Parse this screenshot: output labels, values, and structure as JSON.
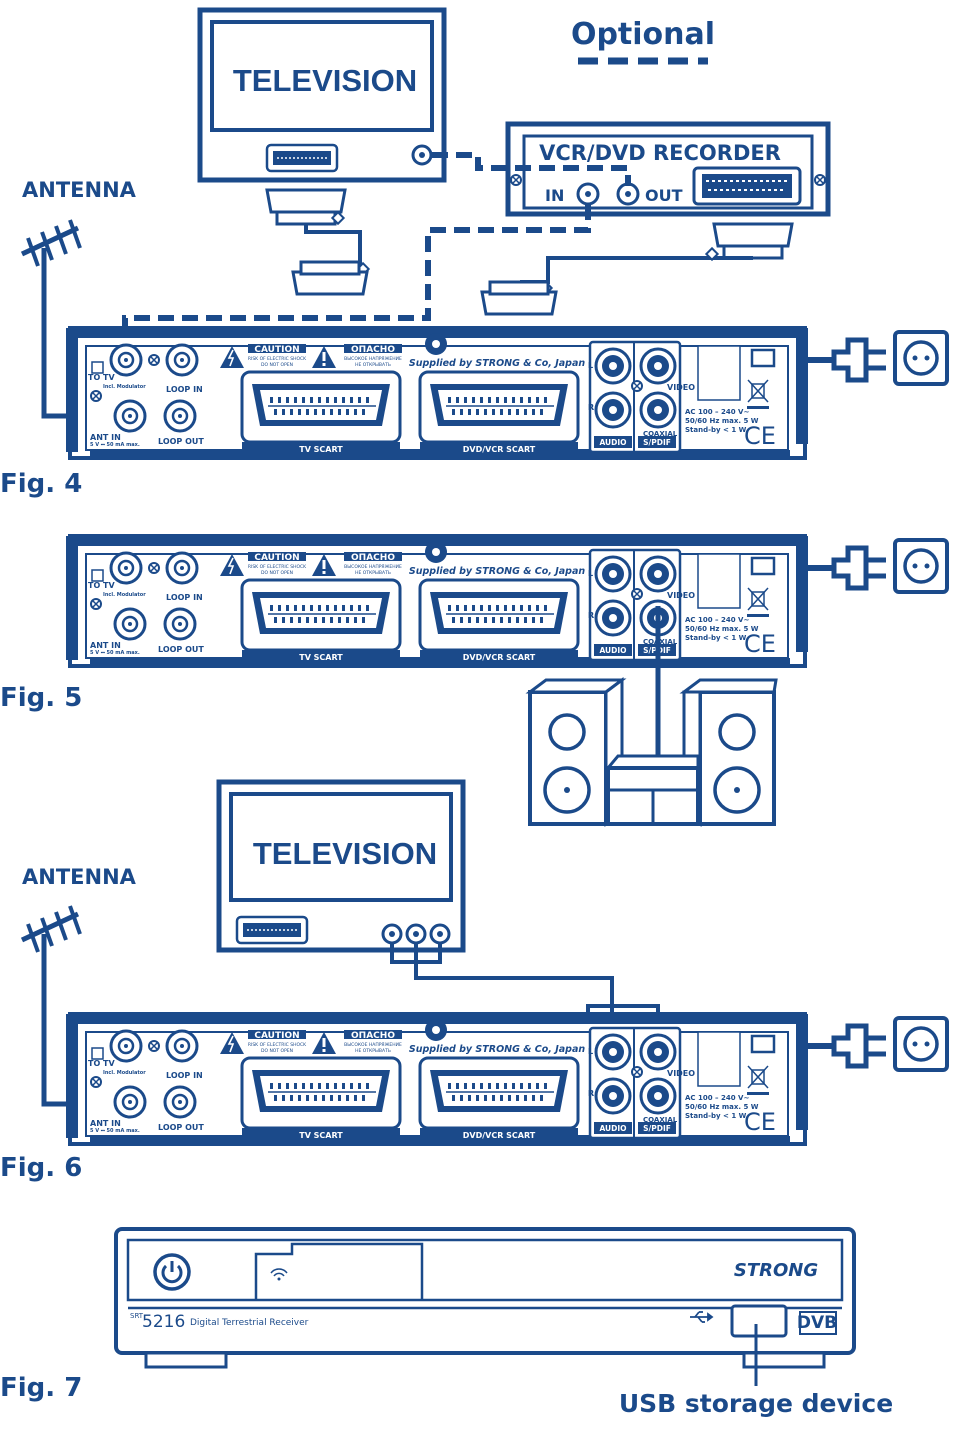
{
  "colors": {
    "ink": "#1b4a8a",
    "paper": "#ffffff"
  },
  "labels": {
    "optional": "Optional",
    "television": "TELEVISION",
    "antenna": "ANTENNA",
    "recorder": "VCR/DVD RECORDER",
    "rec_in": "IN",
    "rec_out": "OUT",
    "usb_device": "USB storage device"
  },
  "figures": [
    "Fig. 4",
    "Fig. 5",
    "Fig. 6",
    "Fig. 7"
  ],
  "receiver": {
    "to_tv": "TO TV",
    "incl_mod": "Incl. Modulator",
    "loop_in": "LOOP IN",
    "loop_out": "LOOP OUT",
    "ant_in": "ANT IN",
    "ant_spec": "5 V ⎓ 50 mA max.",
    "caution": "CAUTION",
    "caution_sub1": "RISK OF ELECTRIC SHOCK",
    "caution_sub2": "DO NOT OPEN",
    "opasno": "ОПАСНО",
    "opasno_sub1": "ВЫСОКОЕ НАПРЯЖЕНИЕ",
    "opasno_sub2": "НЕ ОТКРЫВАТЬ",
    "supplied": "Supplied by STRONG & Co, Japan",
    "tv_scart": "TV SCART",
    "dvd_scart": "DVD/VCR SCART",
    "audio": "AUDIO",
    "spdif": "S/PDIF",
    "coaxial": "COAXIAL",
    "video": "VIDEO",
    "l": "L",
    "r": "R",
    "power1": "AC 100 – 240 V~",
    "power2": "50/60 Hz max. 5 W",
    "power3": "Stand-by < 1 W",
    "ce": "CE"
  },
  "front": {
    "brand": "STRONG",
    "model_prefix": "SRT",
    "model": "5216",
    "model_desc": "Digital Terrestrial Receiver",
    "dvb": "DVB"
  }
}
